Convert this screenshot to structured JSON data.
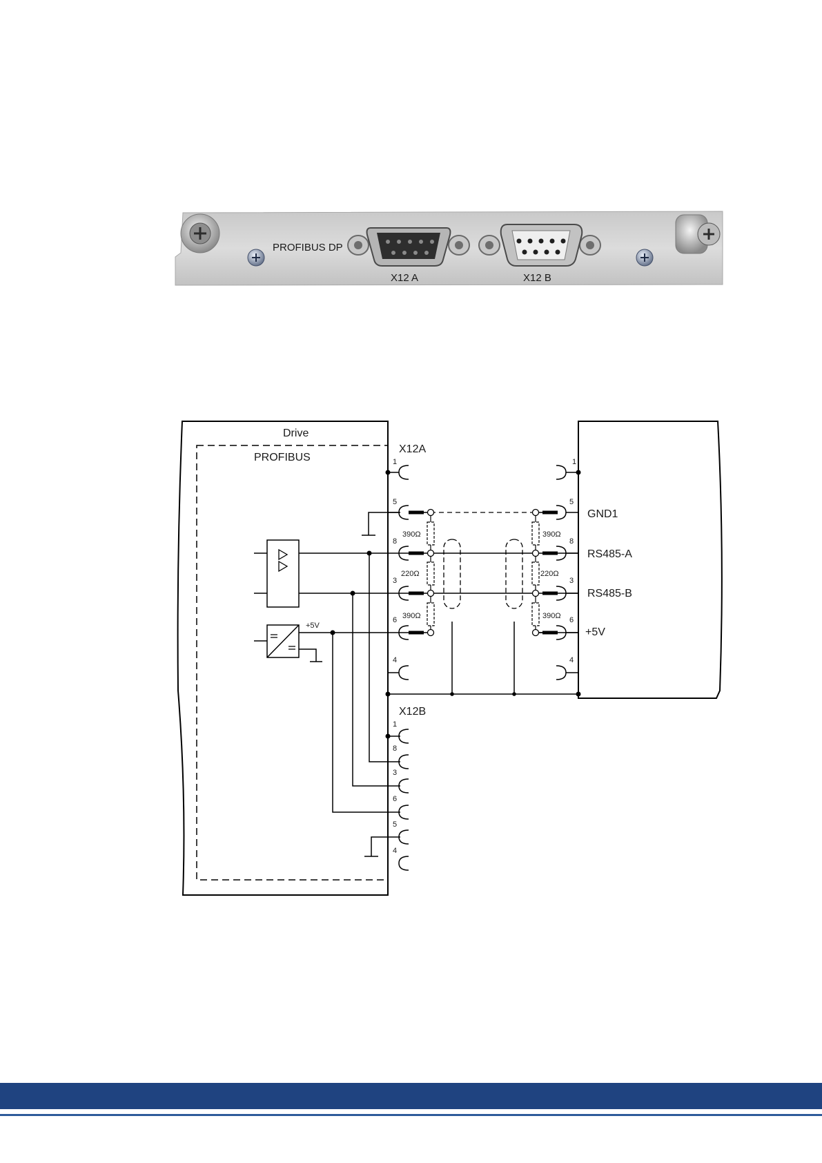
{
  "photo": {
    "panel_label": "PROFIBUS DP",
    "connector_a_label": "X12  A",
    "connector_b_label": "X12  B"
  },
  "schematic": {
    "drive_title": "Drive",
    "module_title": "PROFIBUS",
    "connector_a": "X12A",
    "connector_b": "X12B",
    "pins_a": [
      "1",
      "5",
      "8",
      "3",
      "6",
      "4"
    ],
    "pins_b": [
      "1",
      "8",
      "3",
      "6",
      "5",
      "4"
    ],
    "pins_remote": [
      "1",
      "5",
      "8",
      "3",
      "6",
      "4"
    ],
    "signals": [
      "GND1",
      "RS485-A",
      "RS485-B",
      "+5V"
    ],
    "resistors_left": [
      "390Ω",
      "220Ω",
      "390Ω"
    ],
    "resistors_right": [
      "390Ω",
      "220Ω",
      "390Ω"
    ],
    "supply_label": "+5V"
  },
  "colors": {
    "footer_band": "#1f4380",
    "footer_line": "#2e5b9a"
  }
}
